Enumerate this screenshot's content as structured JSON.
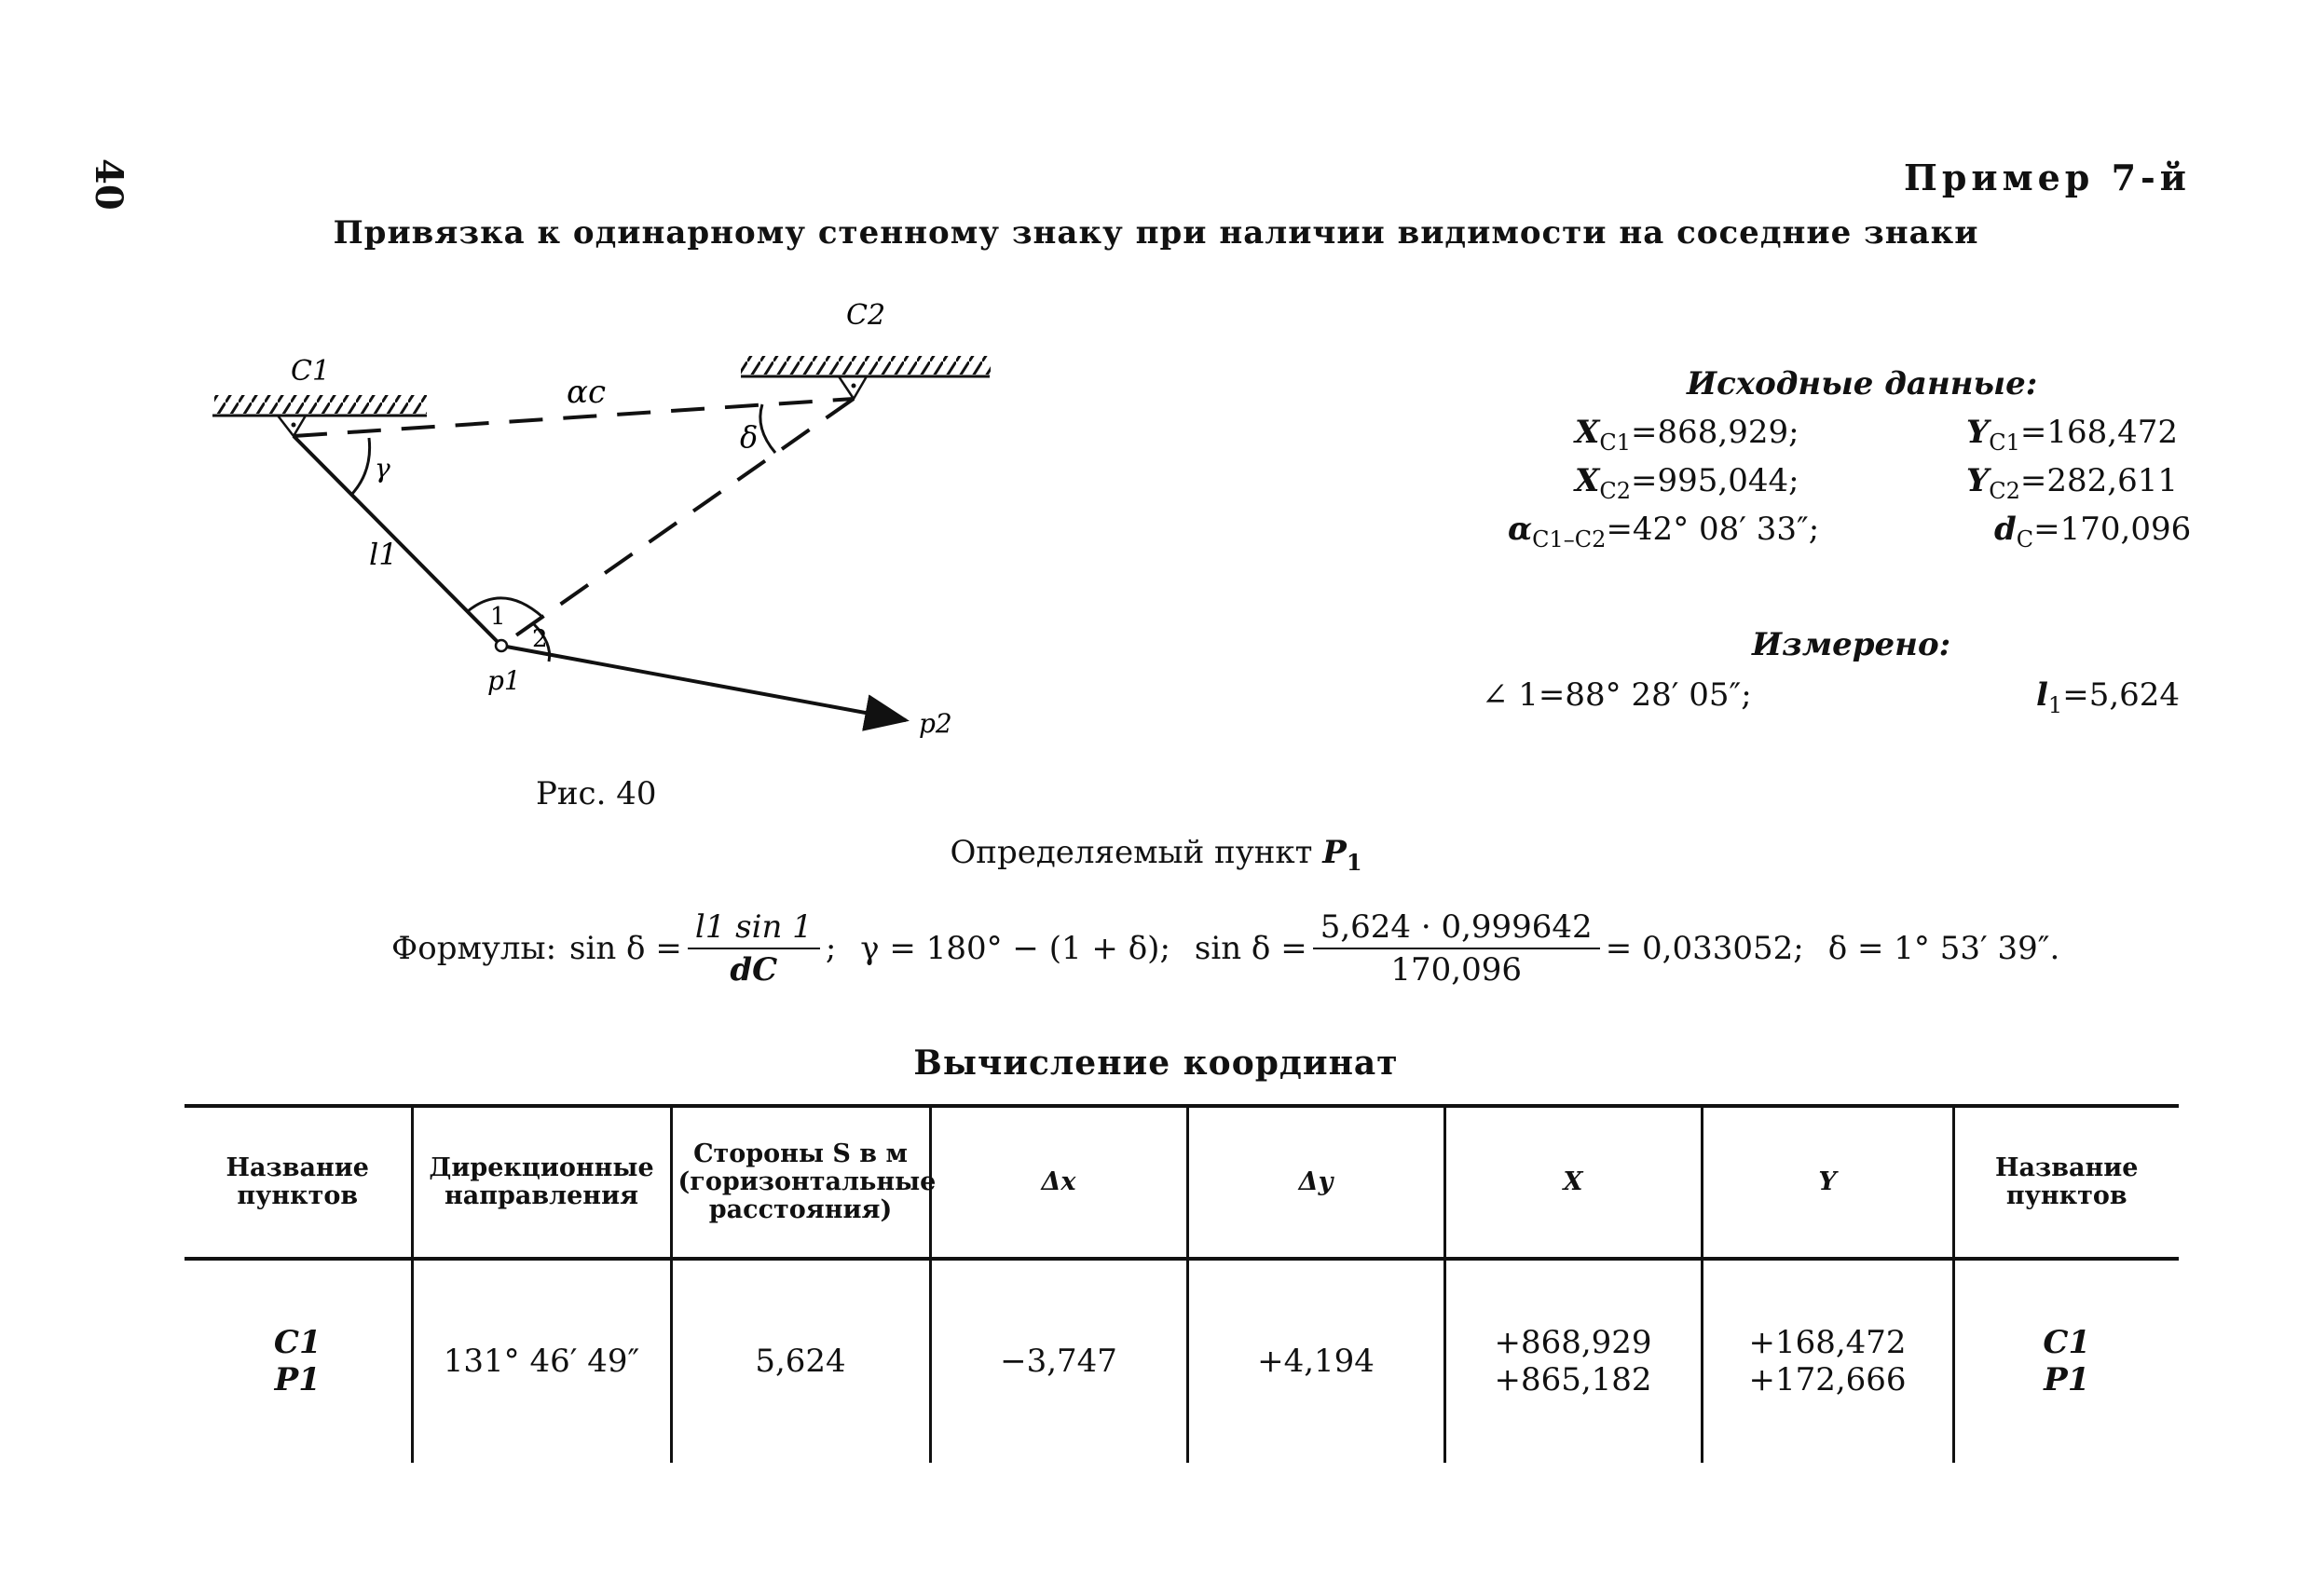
{
  "page": {
    "number": "40",
    "example_label": "Пример 7-й",
    "title": "Привязка к одинарному стенному знаку при наличии видимости на соседние знаки"
  },
  "figure": {
    "caption": "Рис. 40",
    "labels": {
      "c1": "C1",
      "c2": "C2",
      "alpha_c": "αc",
      "delta": "δ",
      "gamma": "γ",
      "l1": "l1",
      "angle1": "1",
      "angle2": "2",
      "p1": "p1",
      "p2": "p2"
    }
  },
  "initial_data": {
    "title": "Исходные данные:",
    "x_c1": {
      "symbol": "X",
      "sub": "C1",
      "value": "=868,929;"
    },
    "y_c1": {
      "symbol": "Y",
      "sub": "C1",
      "value": "=168,472"
    },
    "x_c2": {
      "symbol": "X",
      "sub": "C2",
      "value": "=995,044;"
    },
    "y_c2": {
      "symbol": "Y",
      "sub": "C2",
      "value": "=282,611"
    },
    "alpha": {
      "symbol": "α",
      "sub": "C1–C2",
      "value": "=42° 08′ 33″;"
    },
    "d_c": {
      "symbol": "d",
      "sub": "C",
      "value": "=170,096"
    }
  },
  "measured": {
    "title": "Измерено:",
    "angle": "∠ 1=88° 28′ 05″;",
    "l1": {
      "symbol": "l",
      "sub": "1",
      "value": "=5,624"
    }
  },
  "determined_point": {
    "label": "Определяемый пункт",
    "symbol": "P",
    "sub": "1"
  },
  "formulas": {
    "label": "Формулы:",
    "f1_lhs": "sin δ =",
    "f1_num": "l1 sin 1",
    "f1_den": "dC",
    "sep1": ";",
    "f2": "γ = 180° − (1 + δ);",
    "f3_lhs": "sin δ =",
    "f3_num": "5,624 · 0,999642",
    "f3_den": "170,096",
    "f3_rhs": "= 0,033052;",
    "f4": "δ = 1° 53′ 39″."
  },
  "table": {
    "title": "Вычисление координат",
    "headers": [
      "Название пунктов",
      "Дирекционные направления",
      "Стороны S в м (горизонтальные расстояния)",
      "Δx",
      "Δy",
      "X",
      "Y",
      "Название пунктов"
    ],
    "row": {
      "points_1": "C1",
      "points_2": "P1",
      "direction": "131° 46′ 49″",
      "side": "5,624",
      "dx": "−3,747",
      "dy": "+4,194",
      "x_1": "+868,929",
      "x_2": "+865,182",
      "y_1": "+168,472",
      "y_2": "+172,666",
      "name_1": "C1",
      "name_2": "P1"
    }
  }
}
